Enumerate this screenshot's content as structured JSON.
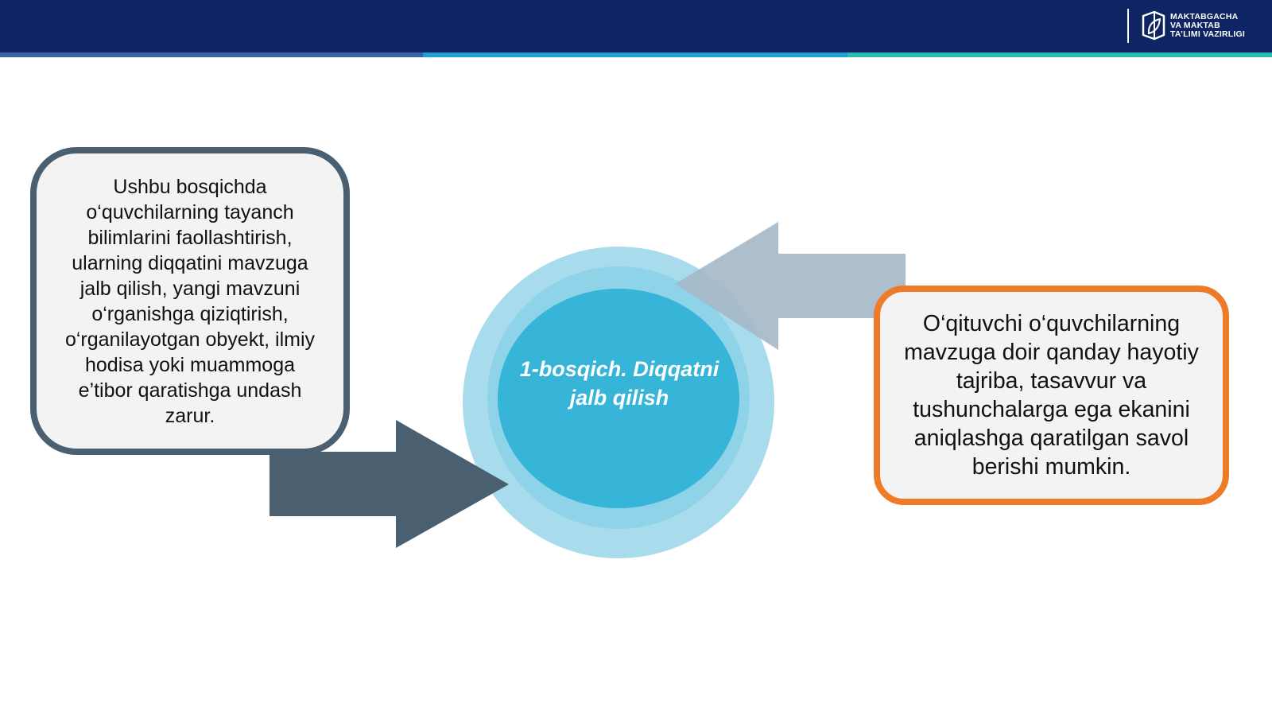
{
  "header": {
    "logo_lines": [
      "MAKTABGACHA",
      "VA MAKTAB",
      "TA’LIMI VAZIRLIGI"
    ],
    "logo_icon": "book-leaf-icon",
    "colors": {
      "header_bg": "#0e2463",
      "stripe": [
        "#3a63a8",
        "#1d9fd3",
        "#2ab9b3"
      ]
    }
  },
  "diagram": {
    "center_title": "1-bosqich. Diqqatni jalb qilish",
    "left_box_text": "Ushbu bosqichda o‘quvchilarning tayanch bilimlarini faollashtirish, ularning diqqatini mavzuga jalb qilish, yangi mavzuni o‘rganishga qiziqtirish, o‘rganilayotgan obyekt, ilmiy hodisa yoki muammoga e’tibor qaratishga undash zarur.",
    "right_box_text": "O‘qituvchi o‘quvchilarning mavzuga doir qanday hayotiy tajriba, tasavvur va tushunchalarga ega ekanini aniqlashga qaratilgan savol berishi mumkin.",
    "colors": {
      "left_accent": "#4a5f70",
      "right_accent": "#ee7b27",
      "circle_inner": "#36b5d8",
      "circle_outer": "#a8dcec",
      "arrow_right": "#a6b8c9"
    }
  }
}
